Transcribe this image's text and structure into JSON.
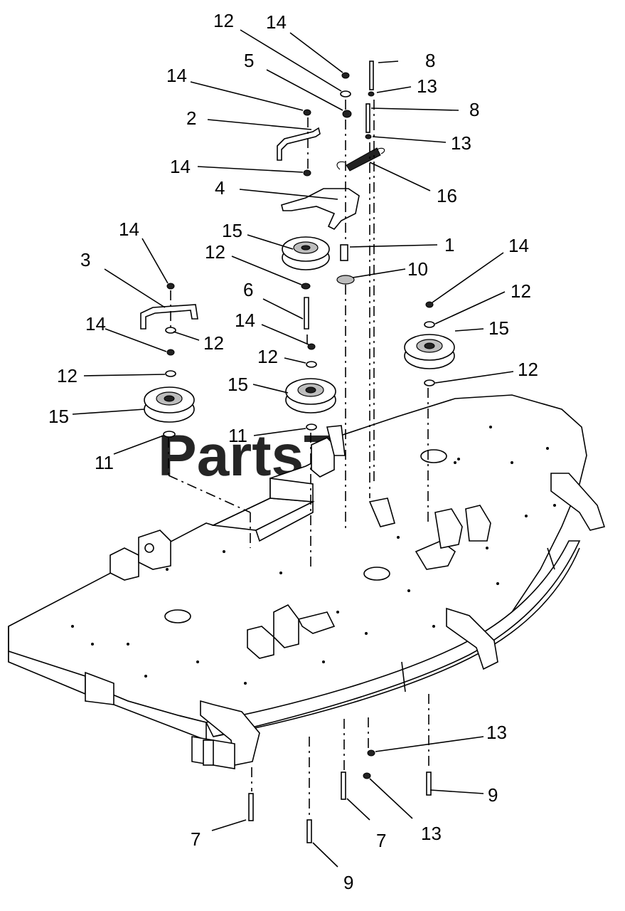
{
  "watermark": {
    "text": "PartsTree",
    "tm": "™"
  },
  "callouts": [
    {
      "id": "c-12-top",
      "label": "12"
    },
    {
      "id": "c-14-top",
      "label": "14"
    },
    {
      "id": "c-5",
      "label": "5"
    },
    {
      "id": "c-8-a",
      "label": "8"
    },
    {
      "id": "c-13-a",
      "label": "13"
    },
    {
      "id": "c-14-b",
      "label": "14"
    },
    {
      "id": "c-8-b",
      "label": "8"
    },
    {
      "id": "c-2",
      "label": "2"
    },
    {
      "id": "c-13-b",
      "label": "13"
    },
    {
      "id": "c-14-c",
      "label": "14"
    },
    {
      "id": "c-4",
      "label": "4"
    },
    {
      "id": "c-16",
      "label": "16"
    },
    {
      "id": "c-15-a",
      "label": "15"
    },
    {
      "id": "c-1",
      "label": "1"
    },
    {
      "id": "c-14-d",
      "label": "14"
    },
    {
      "id": "c-12-b",
      "label": "12"
    },
    {
      "id": "c-14-e",
      "label": "14"
    },
    {
      "id": "c-3",
      "label": "3"
    },
    {
      "id": "c-10",
      "label": "10"
    },
    {
      "id": "c-6",
      "label": "6"
    },
    {
      "id": "c-12-c",
      "label": "12"
    },
    {
      "id": "c-14-f",
      "label": "14"
    },
    {
      "id": "c-15-b",
      "label": "15"
    },
    {
      "id": "c-14-g",
      "label": "14"
    },
    {
      "id": "c-12-d",
      "label": "12"
    },
    {
      "id": "c-12-e",
      "label": "12"
    },
    {
      "id": "c-12-f",
      "label": "12"
    },
    {
      "id": "c-12-g",
      "label": "12"
    },
    {
      "id": "c-15-c",
      "label": "15"
    },
    {
      "id": "c-15-d",
      "label": "15"
    },
    {
      "id": "c-11-a",
      "label": "11"
    },
    {
      "id": "c-11-b",
      "label": "11"
    },
    {
      "id": "c-13-c",
      "label": "13"
    },
    {
      "id": "c-9-a",
      "label": "9"
    },
    {
      "id": "c-7-a",
      "label": "7"
    },
    {
      "id": "c-7-b",
      "label": "7"
    },
    {
      "id": "c-13-d",
      "label": "13"
    },
    {
      "id": "c-9-b",
      "label": "9"
    }
  ]
}
